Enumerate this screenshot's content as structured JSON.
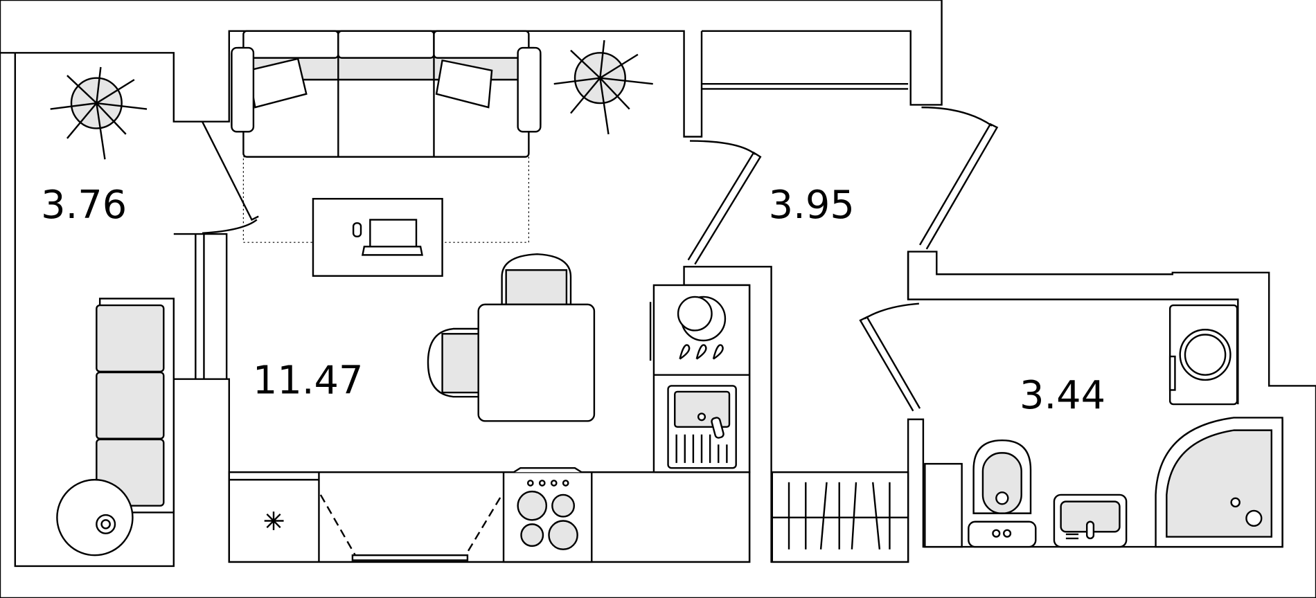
{
  "plan": {
    "rooms": [
      {
        "id": "balcony",
        "area": "3.76"
      },
      {
        "id": "hallway",
        "area": "3.95"
      },
      {
        "id": "living-kitchen",
        "area": "11.47"
      },
      {
        "id": "bathroom",
        "area": "3.44"
      }
    ]
  },
  "colors": {
    "line": "#000000",
    "furniture_fill": "#e6e6e6",
    "background": "#ffffff"
  }
}
